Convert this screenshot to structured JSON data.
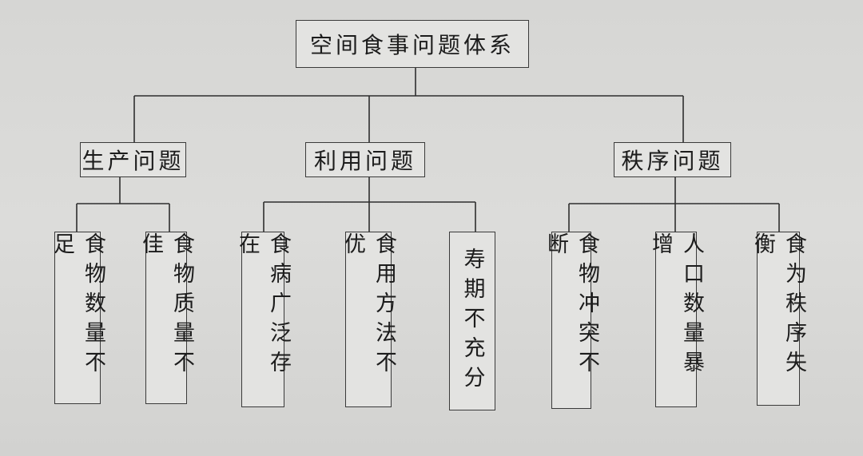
{
  "root": "空间食事问题体系",
  "categories": [
    {
      "label": "生产问题",
      "items": [
        "食物数量不足",
        "食物质量不佳"
      ]
    },
    {
      "label": "利用问题",
      "items": [
        "食病广泛存在",
        "食用方法不优",
        "寿期不充分"
      ]
    },
    {
      "label": "秩序问题",
      "items": [
        "食物冲突不断",
        "人口数量暴增",
        "食为秩序失衡"
      ]
    }
  ]
}
